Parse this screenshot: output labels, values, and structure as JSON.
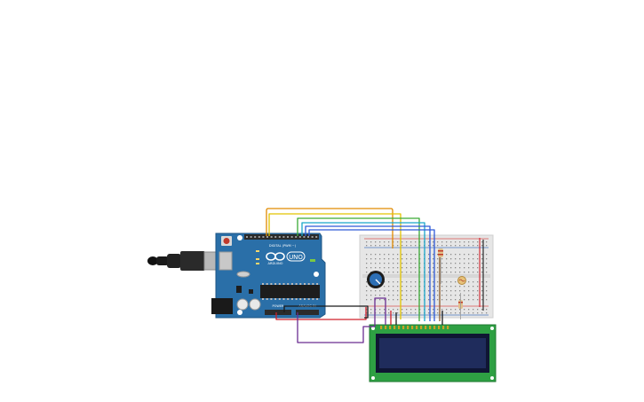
{
  "board": {
    "logo_text": "UNO",
    "brand_text": "ARDUINO",
    "digital_header": "DIGITAL (PWM ~)",
    "power_header": "POWER",
    "analog_header": "ANALOG IN",
    "colors": {
      "pcb": "#2a6fa8",
      "pcb_edge": "#1f5684",
      "header": "#2b2b2b",
      "chip": "#1d1d1d"
    }
  },
  "breadboard": {
    "colors": {
      "body": "#e6e6e6",
      "rail_red": "#d9534f",
      "rail_blue": "#4a78c2",
      "hole": "#8a8a8a"
    }
  },
  "lcd": {
    "colors": {
      "pcb": "#2ea043",
      "screen": "#1f2c5c",
      "screen_frame": "#0f1633"
    }
  },
  "components": [
    "potentiometer",
    "resistor",
    "photoresistor",
    "usb-cable"
  ],
  "wire_colors": {
    "orange": "#e08a00",
    "yellow": "#e2c400",
    "green": "#3aaa35",
    "cyan": "#19a6c9",
    "blue": "#2f5bd8",
    "red": "#d0202a",
    "black": "#1a1a1a",
    "purple": "#6a2c91",
    "brown": "#8b5a2b"
  }
}
